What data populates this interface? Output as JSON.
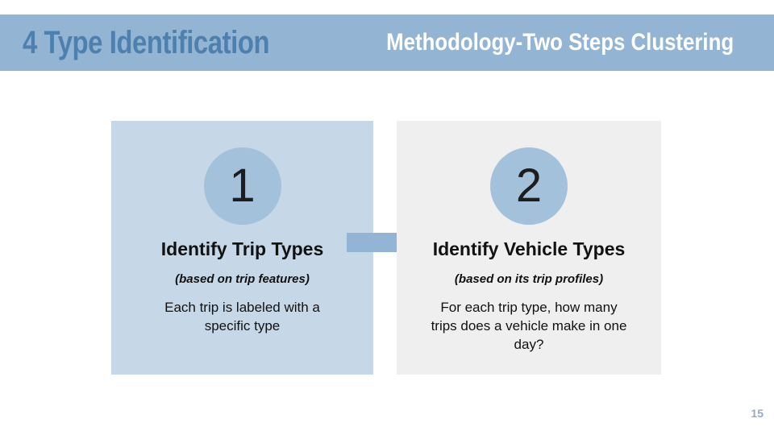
{
  "slide": {
    "title": "4 Type Identification",
    "header": "Methodology-Two Steps Clustering",
    "page_number": "15"
  },
  "steps": [
    {
      "number": "1",
      "heading": "Identify Trip Types",
      "subtitle": "(based on trip features)",
      "body": "Each trip is labeled with a\nspecific type"
    },
    {
      "number": "2",
      "heading": "Identify Vehicle Types",
      "subtitle": "(based on its trip profiles)",
      "body": "For each trip type, how many\ntrips does a vehicle make in one\nday?"
    }
  ],
  "colors": {
    "header_band": "#93b4d2",
    "title_text": "#4d80ae",
    "header_text": "#ffffff",
    "left_box": "#c6d8e7",
    "right_box": "#efefef",
    "circle_fill": "#a4c1db",
    "arrow_fill": "#92b5d6",
    "page_number": "#9aa9bd",
    "body_text": "#111111"
  }
}
